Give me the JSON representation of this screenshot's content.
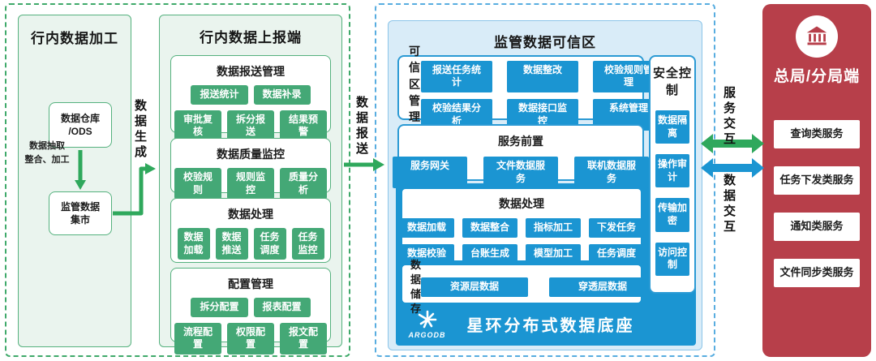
{
  "colors": {
    "green_accent": "#44a876",
    "green_arrow": "#2fa85c",
    "blue_accent": "#1b95d2",
    "light_blue_bg": "#d9ecf8",
    "light_green_bg": "#eaf4ee",
    "red_panel": "#b73f4a"
  },
  "left_group": {
    "processing_panel": {
      "title": "行内数据加工",
      "warehouse_box": "数据仓库\n/ODS",
      "etl_label": "数据抽取\n整合、加工",
      "mart_box": "监管数据\n集市"
    },
    "data_generation_label": "数据生成",
    "reporting_panel": {
      "title": "行内数据上报端",
      "modules": [
        {
          "title": "数据报送管理",
          "rows": [
            [
              "报送统计",
              "数据补录"
            ],
            [
              "审批复核",
              "拆分报送",
              "结果预警"
            ]
          ]
        },
        {
          "title": "数据质量监控",
          "rows": [
            [
              "校验规则",
              "规则监控",
              "质量分析"
            ]
          ]
        },
        {
          "title": "数据处理",
          "rows": [
            [
              "数据加载",
              "数据推送",
              "任务调度",
              "任务监控"
            ]
          ]
        },
        {
          "title": "配置管理",
          "rows": [
            [
              "拆分配置",
              "报表配置"
            ],
            [
              "流程配置",
              "权限配置",
              "报文配置"
            ]
          ]
        }
      ]
    }
  },
  "data_report_label": "数据报送",
  "trusted_zone": {
    "title": "监管数据可信区",
    "mgmt_console": {
      "label": "可信区管理端",
      "rows": [
        [
          "报送任务统计",
          "数据整改",
          "校验规则管理"
        ],
        [
          "校验结果分析",
          "数据接口监控",
          "系统管理"
        ]
      ]
    },
    "service_front": {
      "title": "服务前置",
      "rows": [
        [
          "服务网关",
          "文件数据服务",
          "联机数据服务"
        ]
      ]
    },
    "data_processing": {
      "title": "数据处理",
      "rows": [
        [
          "数据加载",
          "数据整合",
          "指标加工",
          "下发任务"
        ],
        [
          "数据校验",
          "台账生成",
          "模型加工",
          "任务调度"
        ]
      ]
    },
    "data_storage": {
      "label": "数据储存",
      "chips": [
        "资源层数据",
        "穿透层数据"
      ]
    },
    "platform": {
      "logo_text": "ARGODB",
      "title": "星环分布式数据底座"
    },
    "security": {
      "title": "安全控制",
      "chips": [
        "数据隔离",
        "操作审计",
        "传输加密",
        "访问控制"
      ]
    }
  },
  "exchange": {
    "service_label": "服务交互",
    "data_label": "数据交互"
  },
  "bureau": {
    "title": "总局/分局端",
    "services": [
      "查询类服务",
      "任务下发类服务",
      "通知类服务",
      "文件同步类服务"
    ]
  }
}
